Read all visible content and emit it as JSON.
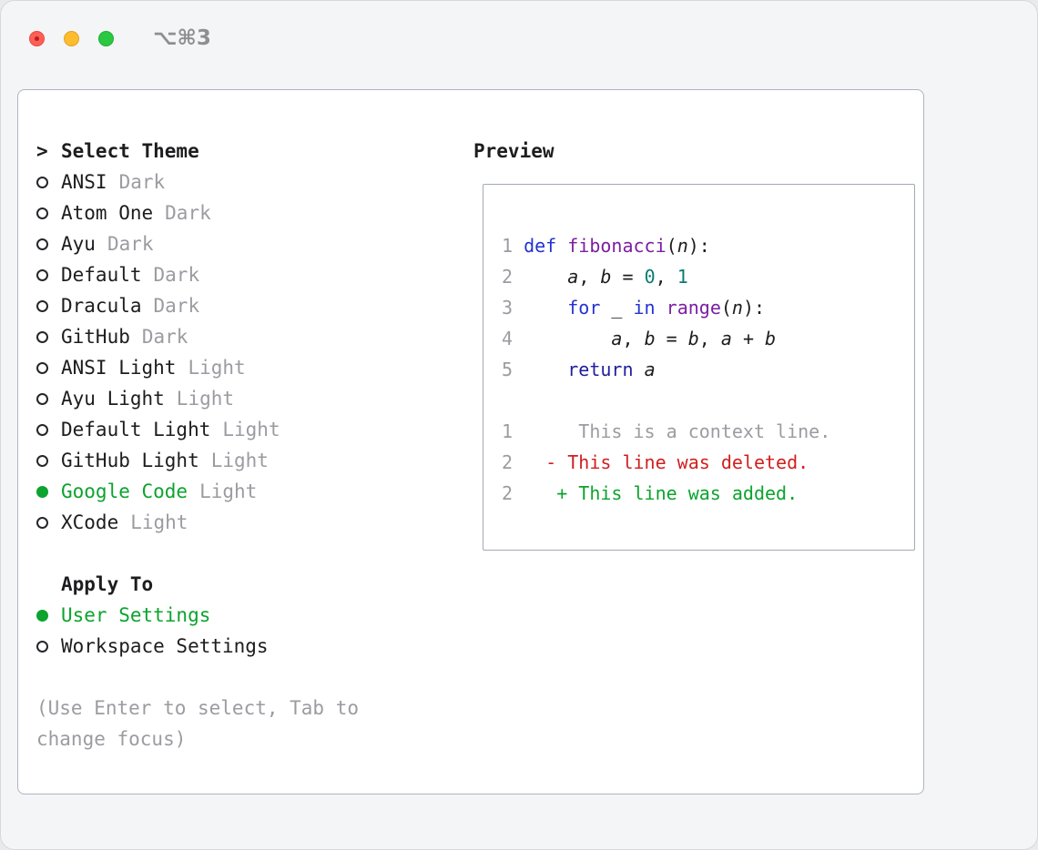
{
  "colors": {
    "text": "#1d1d1f",
    "muted": "#9b9ca1",
    "selected": "#0ca32e",
    "added": "#0ca32e",
    "deleted": "#d01f1f",
    "keyword": "#2433cf",
    "keyword2": "#201d9e",
    "function": "#7b1fa2",
    "number": "#0a7c72"
  },
  "window": {
    "title": "⌥⌘3"
  },
  "theme_selector": {
    "prompt": ">",
    "title": "Select Theme",
    "items": [
      {
        "name": "ANSI",
        "variant": "Dark",
        "selected": false
      },
      {
        "name": "Atom One",
        "variant": "Dark",
        "selected": false
      },
      {
        "name": "Ayu",
        "variant": "Dark",
        "selected": false
      },
      {
        "name": "Default",
        "variant": "Dark",
        "selected": false
      },
      {
        "name": "Dracula",
        "variant": "Dark",
        "selected": false
      },
      {
        "name": "GitHub",
        "variant": "Dark",
        "selected": false
      },
      {
        "name": "ANSI Light",
        "variant": "Light",
        "selected": false
      },
      {
        "name": "Ayu Light",
        "variant": "Light",
        "selected": false
      },
      {
        "name": "Default Light",
        "variant": "Light",
        "selected": false
      },
      {
        "name": "GitHub Light",
        "variant": "Light",
        "selected": false
      },
      {
        "name": "Google Code",
        "variant": "Light",
        "selected": true
      },
      {
        "name": "XCode",
        "variant": "Light",
        "selected": false
      }
    ]
  },
  "apply_to": {
    "title": "Apply To",
    "options": [
      {
        "label": "User Settings",
        "selected": true
      },
      {
        "label": "Workspace Settings",
        "selected": false
      }
    ]
  },
  "hint": "(Use Enter to select, Tab to change focus)",
  "preview": {
    "title": "Preview",
    "code_lines": [
      {
        "num": "1",
        "tokens": [
          [
            "pl",
            " "
          ],
          [
            "kw",
            "def"
          ],
          [
            "pl",
            " "
          ],
          [
            "fn",
            "fibonacci"
          ],
          [
            "pl",
            "("
          ],
          [
            "var",
            "n"
          ],
          [
            "pl",
            "):"
          ]
        ]
      },
      {
        "num": "2",
        "tokens": [
          [
            "pl",
            "     "
          ],
          [
            "var",
            "a"
          ],
          [
            "pl",
            ", "
          ],
          [
            "var",
            "b"
          ],
          [
            "pl",
            " = "
          ],
          [
            "num",
            "0"
          ],
          [
            "pl",
            ", "
          ],
          [
            "num",
            "1"
          ]
        ]
      },
      {
        "num": "3",
        "tokens": [
          [
            "pl",
            "     "
          ],
          [
            "kw",
            "for"
          ],
          [
            "pl",
            " _ "
          ],
          [
            "kw",
            "in"
          ],
          [
            "pl",
            " "
          ],
          [
            "fn",
            "range"
          ],
          [
            "pl",
            "("
          ],
          [
            "var",
            "n"
          ],
          [
            "pl",
            "):"
          ]
        ]
      },
      {
        "num": "4",
        "tokens": [
          [
            "pl",
            "         "
          ],
          [
            "var",
            "a"
          ],
          [
            "pl",
            ", "
          ],
          [
            "var",
            "b"
          ],
          [
            "pl",
            " = "
          ],
          [
            "var",
            "b"
          ],
          [
            "pl",
            ", "
          ],
          [
            "var",
            "a"
          ],
          [
            "pl",
            " + "
          ],
          [
            "var",
            "b"
          ]
        ]
      },
      {
        "num": "5",
        "tokens": [
          [
            "pl",
            "     "
          ],
          [
            "kw2",
            "return"
          ],
          [
            "pl",
            " "
          ],
          [
            "var",
            "a"
          ]
        ]
      }
    ],
    "diff_lines": [
      {
        "num": "1",
        "type": "context",
        "text": "      This is a context line."
      },
      {
        "num": "2",
        "type": "deleted",
        "text": "   - This line was deleted."
      },
      {
        "num": "2",
        "type": "added",
        "text": "    + This line was added."
      }
    ]
  }
}
